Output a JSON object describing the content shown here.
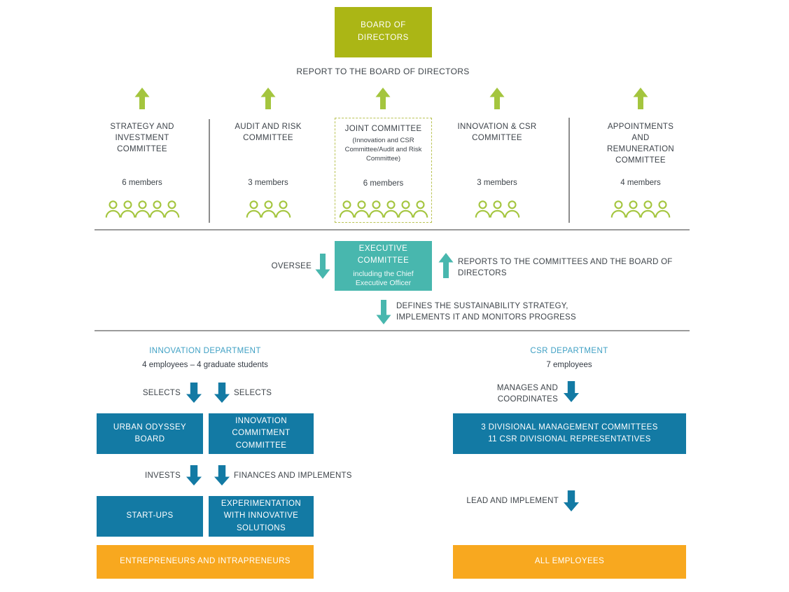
{
  "palette": {
    "olive_green": "#abb615",
    "leaf_green": "#a4c53e",
    "teal": "#48b7ae",
    "blue": "#137aa4",
    "light_blue": "#3fa0c4",
    "orange": "#f8a81f",
    "text_dark": "#3e444a",
    "line_gray": "#9b9b9b"
  },
  "board": {
    "label": "BOARD OF DIRECTORS",
    "report_caption": "REPORT TO THE BOARD OF DIRECTORS"
  },
  "committees": [
    {
      "title": "STRATEGY AND INVESTMENT COMMITTEE",
      "members": "6 members",
      "icons": 5
    },
    {
      "title": "AUDIT AND RISK COMMITTEE",
      "members": "3 members",
      "icons": 3
    },
    {
      "title": "JOINT COMMITTEE",
      "subtitle": "(Innovation and CSR Committee/Audit and Risk Committee)",
      "members": "6 members",
      "icons": 6
    },
    {
      "title": "INNOVATION & CSR COMMITTEE",
      "members": "3 members",
      "icons": 3
    },
    {
      "title": "APPOINTMENTS AND REMUNERATION COMMITTEE",
      "members": "4 members",
      "icons": 4
    }
  ],
  "executive": {
    "oversee_label": "OVERSEE",
    "box_title": "EXECUTIVE COMMITTEE",
    "box_subtitle": "including the Chief Executive Officer",
    "reports_label": "REPORTS TO THE COMMITTEES AND THE BOARD OF DIRECTORS",
    "defines_line1": "DEFINES THE SUSTAINABILITY STRATEGY,",
    "defines_line2": "IMPLEMENTS IT AND MONITORS PROGRESS"
  },
  "innovation_department": {
    "title": "INNOVATION DEPARTMENT",
    "subtitle": "4 employees – 4 graduate students",
    "selects_left_label": "SELECTS",
    "selects_right_label": "SELECTS",
    "urban_odyssey_label": "URBAN ODYSSEY BOARD",
    "commitment_committee_label": "INNOVATION COMMITMENT COMMITTEE",
    "invests_label": "INVESTS",
    "finances_label": "FINANCES AND IMPLEMENTS",
    "startups_label": "START-UPS",
    "experimentation_label": "EXPERIMENTATION WITH INNOVATIVE SOLUTIONS",
    "entrepreneurs_label": "ENTREPRENEURS AND INTRAPRENEURS"
  },
  "csr_department": {
    "title": "CSR DEPARTMENT",
    "subtitle": "7 employees",
    "manages_label": "MANAGES AND COORDINATES",
    "committees_line1": "3 DIVISIONAL MANAGEMENT COMMITTEES",
    "committees_line2": "11 CSR DIVISIONAL REPRESENTATIVES",
    "lead_label": "LEAD AND IMPLEMENT",
    "all_employees_label": "ALL EMPLOYEES"
  }
}
